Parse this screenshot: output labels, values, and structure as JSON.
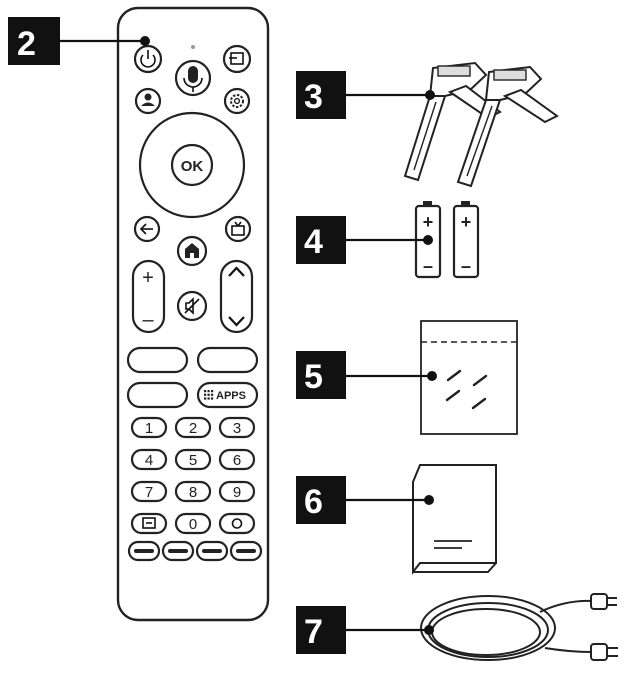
{
  "callouts": [
    "2",
    "3",
    "4",
    "5",
    "6",
    "7"
  ],
  "remote": {
    "ok_label": "OK",
    "apps_label": "APPS",
    "number_keys": [
      "1",
      "2",
      "3",
      "4",
      "5",
      "6",
      "7",
      "8",
      "9",
      "0"
    ],
    "volume_plus": "+",
    "volume_minus": "–"
  },
  "batteries": {
    "plus": "+",
    "minus": "–"
  }
}
